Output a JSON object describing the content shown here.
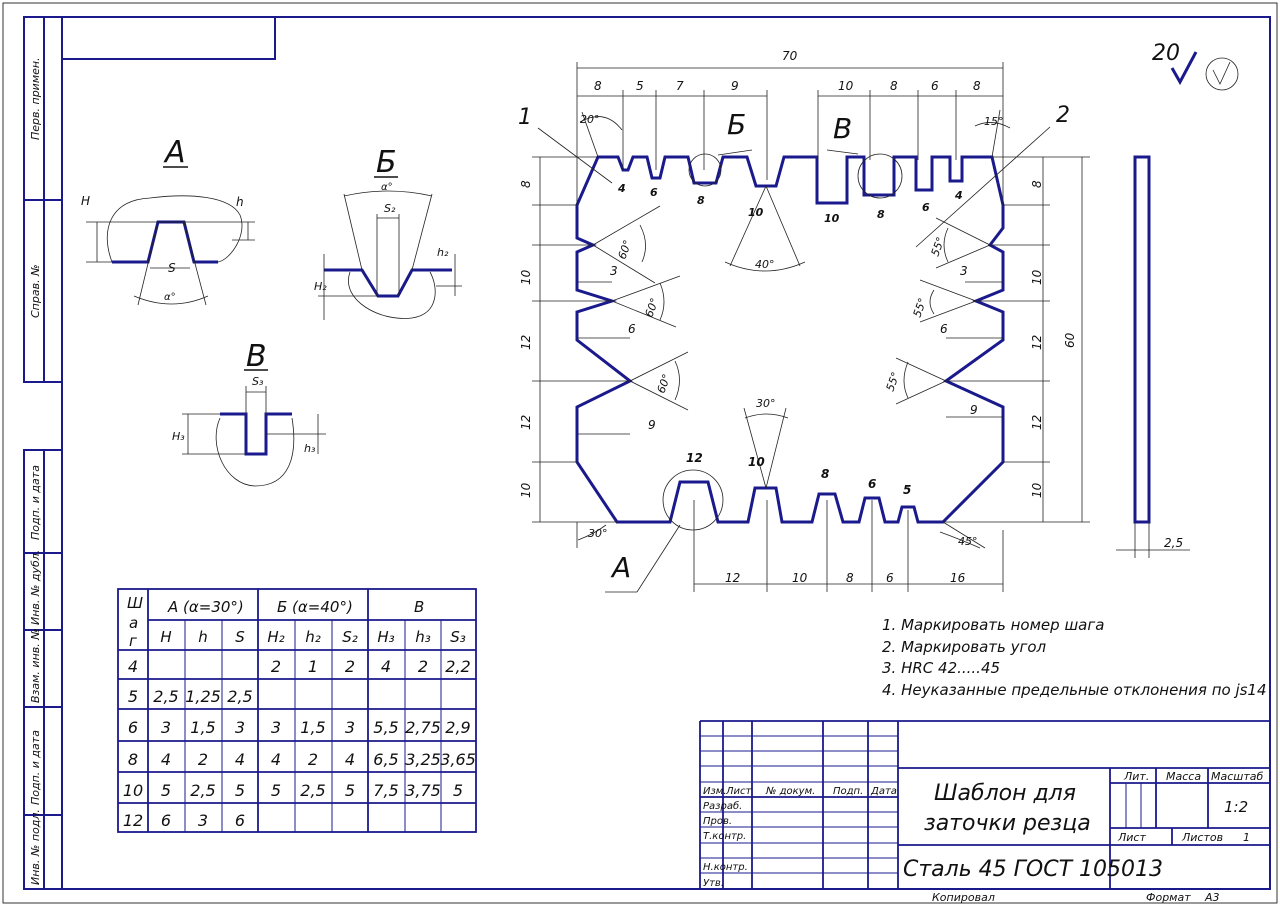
{
  "side_labels": [
    "Перв. примен.",
    "Справ. №",
    "Подп. и дата",
    "Инв. № дубл.",
    "Взам. инв. №",
    "Подп. и дата",
    "Инв. № подл."
  ],
  "roughness": "20",
  "views": {
    "a": "А",
    "b": "Б",
    "v": "В"
  },
  "detail_labels": {
    "a": [
      "H",
      "h",
      "S",
      "α°"
    ],
    "b": [
      "α°",
      "S₂",
      "H₂",
      "h₂"
    ],
    "v": [
      "S₃",
      "H₃",
      "h₃"
    ]
  },
  "main": {
    "overall_width": "70",
    "top_dims": [
      "8",
      "5",
      "7",
      "9",
      "10",
      "8",
      "6",
      "8"
    ],
    "bottom_dims": [
      "12",
      "10",
      "8",
      "6",
      "16"
    ],
    "left_dims": [
      "8",
      "10",
      "12",
      "12",
      "10"
    ],
    "right_dims": [
      "8",
      "10",
      "12",
      "12",
      "10"
    ],
    "overall_height": "60",
    "thickness": "2,5",
    "top_steps": [
      "4",
      "6",
      "8",
      "10",
      "10",
      "8",
      "6",
      "4"
    ],
    "bottom_steps": [
      "12",
      "10",
      "8",
      "6",
      "5"
    ],
    "callouts": [
      "1",
      "2"
    ],
    "section_marks": [
      "Б",
      "В",
      "А"
    ],
    "left_inner_dims": [
      "3",
      "6",
      "9"
    ],
    "right_inner_dims": [
      "3",
      "6",
      "9"
    ],
    "angles": [
      "20°",
      "15°",
      "40°",
      "60°",
      "60°",
      "60°",
      "55°",
      "55°",
      "55°",
      "30°",
      "30°",
      "45°"
    ]
  },
  "table": {
    "head_col": "Шаг",
    "group_headers": [
      "А (α=30°)",
      "Б (α=40°)",
      "В"
    ],
    "sub_headers": [
      "H",
      "h",
      "S",
      "H₂",
      "h₂",
      "S₂",
      "H₃",
      "h₃",
      "S₃"
    ],
    "rows": [
      [
        "4",
        "",
        "",
        "",
        "2",
        "1",
        "2",
        "4",
        "2",
        "2,2"
      ],
      [
        "5",
        "2,5",
        "1,25",
        "2,5",
        "",
        "",
        "",
        "",
        "",
        ""
      ],
      [
        "6",
        "3",
        "1,5",
        "3",
        "3",
        "1,5",
        "3",
        "5,5",
        "2,75",
        "2,9"
      ],
      [
        "8",
        "4",
        "2",
        "4",
        "4",
        "2",
        "4",
        "6,5",
        "3,25",
        "3,65"
      ],
      [
        "10",
        "5",
        "2,5",
        "5",
        "5",
        "2,5",
        "5",
        "7,5",
        "3,75",
        "5"
      ],
      [
        "12",
        "6",
        "3",
        "6",
        "",
        "",
        "",
        "",
        "",
        ""
      ]
    ]
  },
  "notes": [
    "1. Маркировать номер шага",
    "2. Маркировать угол",
    "3. HRC 42.....45",
    "4. Неуказанные предельные отклонения по js14"
  ],
  "title_block": {
    "title_line1": "Шаблон для",
    "title_line2": "заточки резца",
    "material": "Сталь 45 ГОСТ 105013",
    "col_izm": "Изм.",
    "col_list": "Лист",
    "col_doc": "№ докум.",
    "col_podp": "Подп.",
    "col_data": "Дата",
    "razrab": "Разраб.",
    "prov": "Пров.",
    "tkontr": "Т.контр.",
    "nkontr": "Н.контр.",
    "utv": "Утв.",
    "lit": "Лит.",
    "massa": "Масса",
    "masshtab": "Масштаб",
    "scale_value": "1:2",
    "list_label": "Лист",
    "listov_label": "Листов",
    "listov_value": "1",
    "kopiroval": "Копировал",
    "format_label": "Формат",
    "format_value": "А3"
  }
}
